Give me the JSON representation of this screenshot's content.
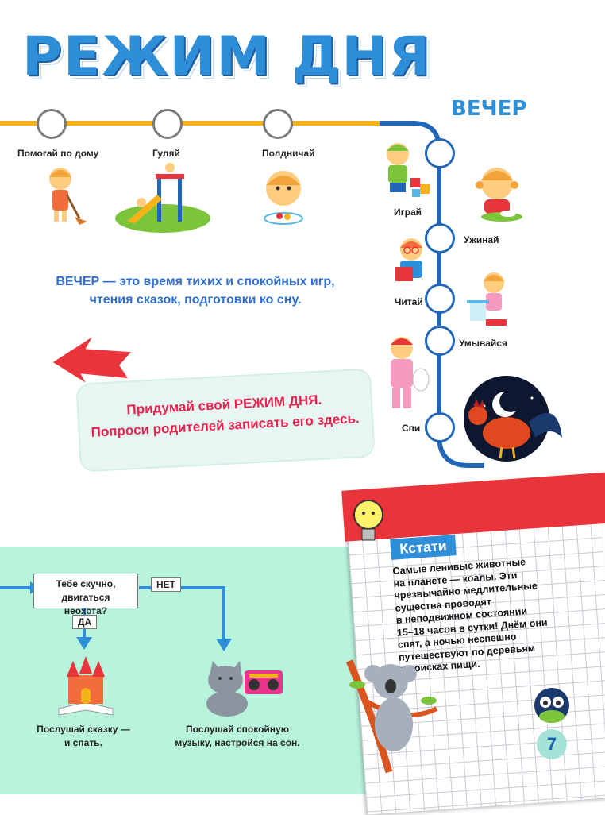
{
  "title": "РЕЖИМ ДНЯ",
  "evening_heading": "ВЕЧЕР",
  "timeline_top": [
    {
      "label": "Помогай по дому"
    },
    {
      "label": "Гуляй"
    },
    {
      "label": "Полдничай"
    }
  ],
  "timeline_evening": [
    {
      "label": "Играй"
    },
    {
      "label": "Ужинай"
    },
    {
      "label": "Читай"
    },
    {
      "label": "Умывайся"
    },
    {
      "label": "Спи"
    }
  ],
  "description": {
    "line1": "ВЕЧЕР — это время тихих и спокойных игр,",
    "line2": "чтения сказок, подготовки ко сну."
  },
  "note": {
    "line1": "Придумай свой РЕЖИМ ДНЯ.",
    "line2": "Попроси родителей записать его здесь."
  },
  "flowchart": {
    "question_line1": "Тебе скучно, двигаться",
    "question_line2": "неохота?",
    "yes": "ДА",
    "no": "НЕТ",
    "yes_caption_line1": "Послушай сказку —",
    "yes_caption_line2": "и спать.",
    "no_caption_line1": "Послушай спокойную",
    "no_caption_line2": "музыку, настройся на сон."
  },
  "fact": {
    "heading": "Кстати",
    "lines": [
      "Самые ленивые животные",
      "на планете — коалы. Эти",
      "чрезвычайно медлительные",
      "существа проводят",
      "в неподвижном состоянии",
      "15–18 часов в сутки! Днём они",
      "спят, а ночью неспешно",
      "путешествуют по деревьям",
      "в поисках пищи."
    ]
  },
  "page_number": "7",
  "colors": {
    "title_blue": "#2e8fd8",
    "timeline_orange": "#f6b21b",
    "timeline_blue": "#2266b8",
    "accent_red": "#e6244f",
    "mint": "#b8f3dc"
  }
}
